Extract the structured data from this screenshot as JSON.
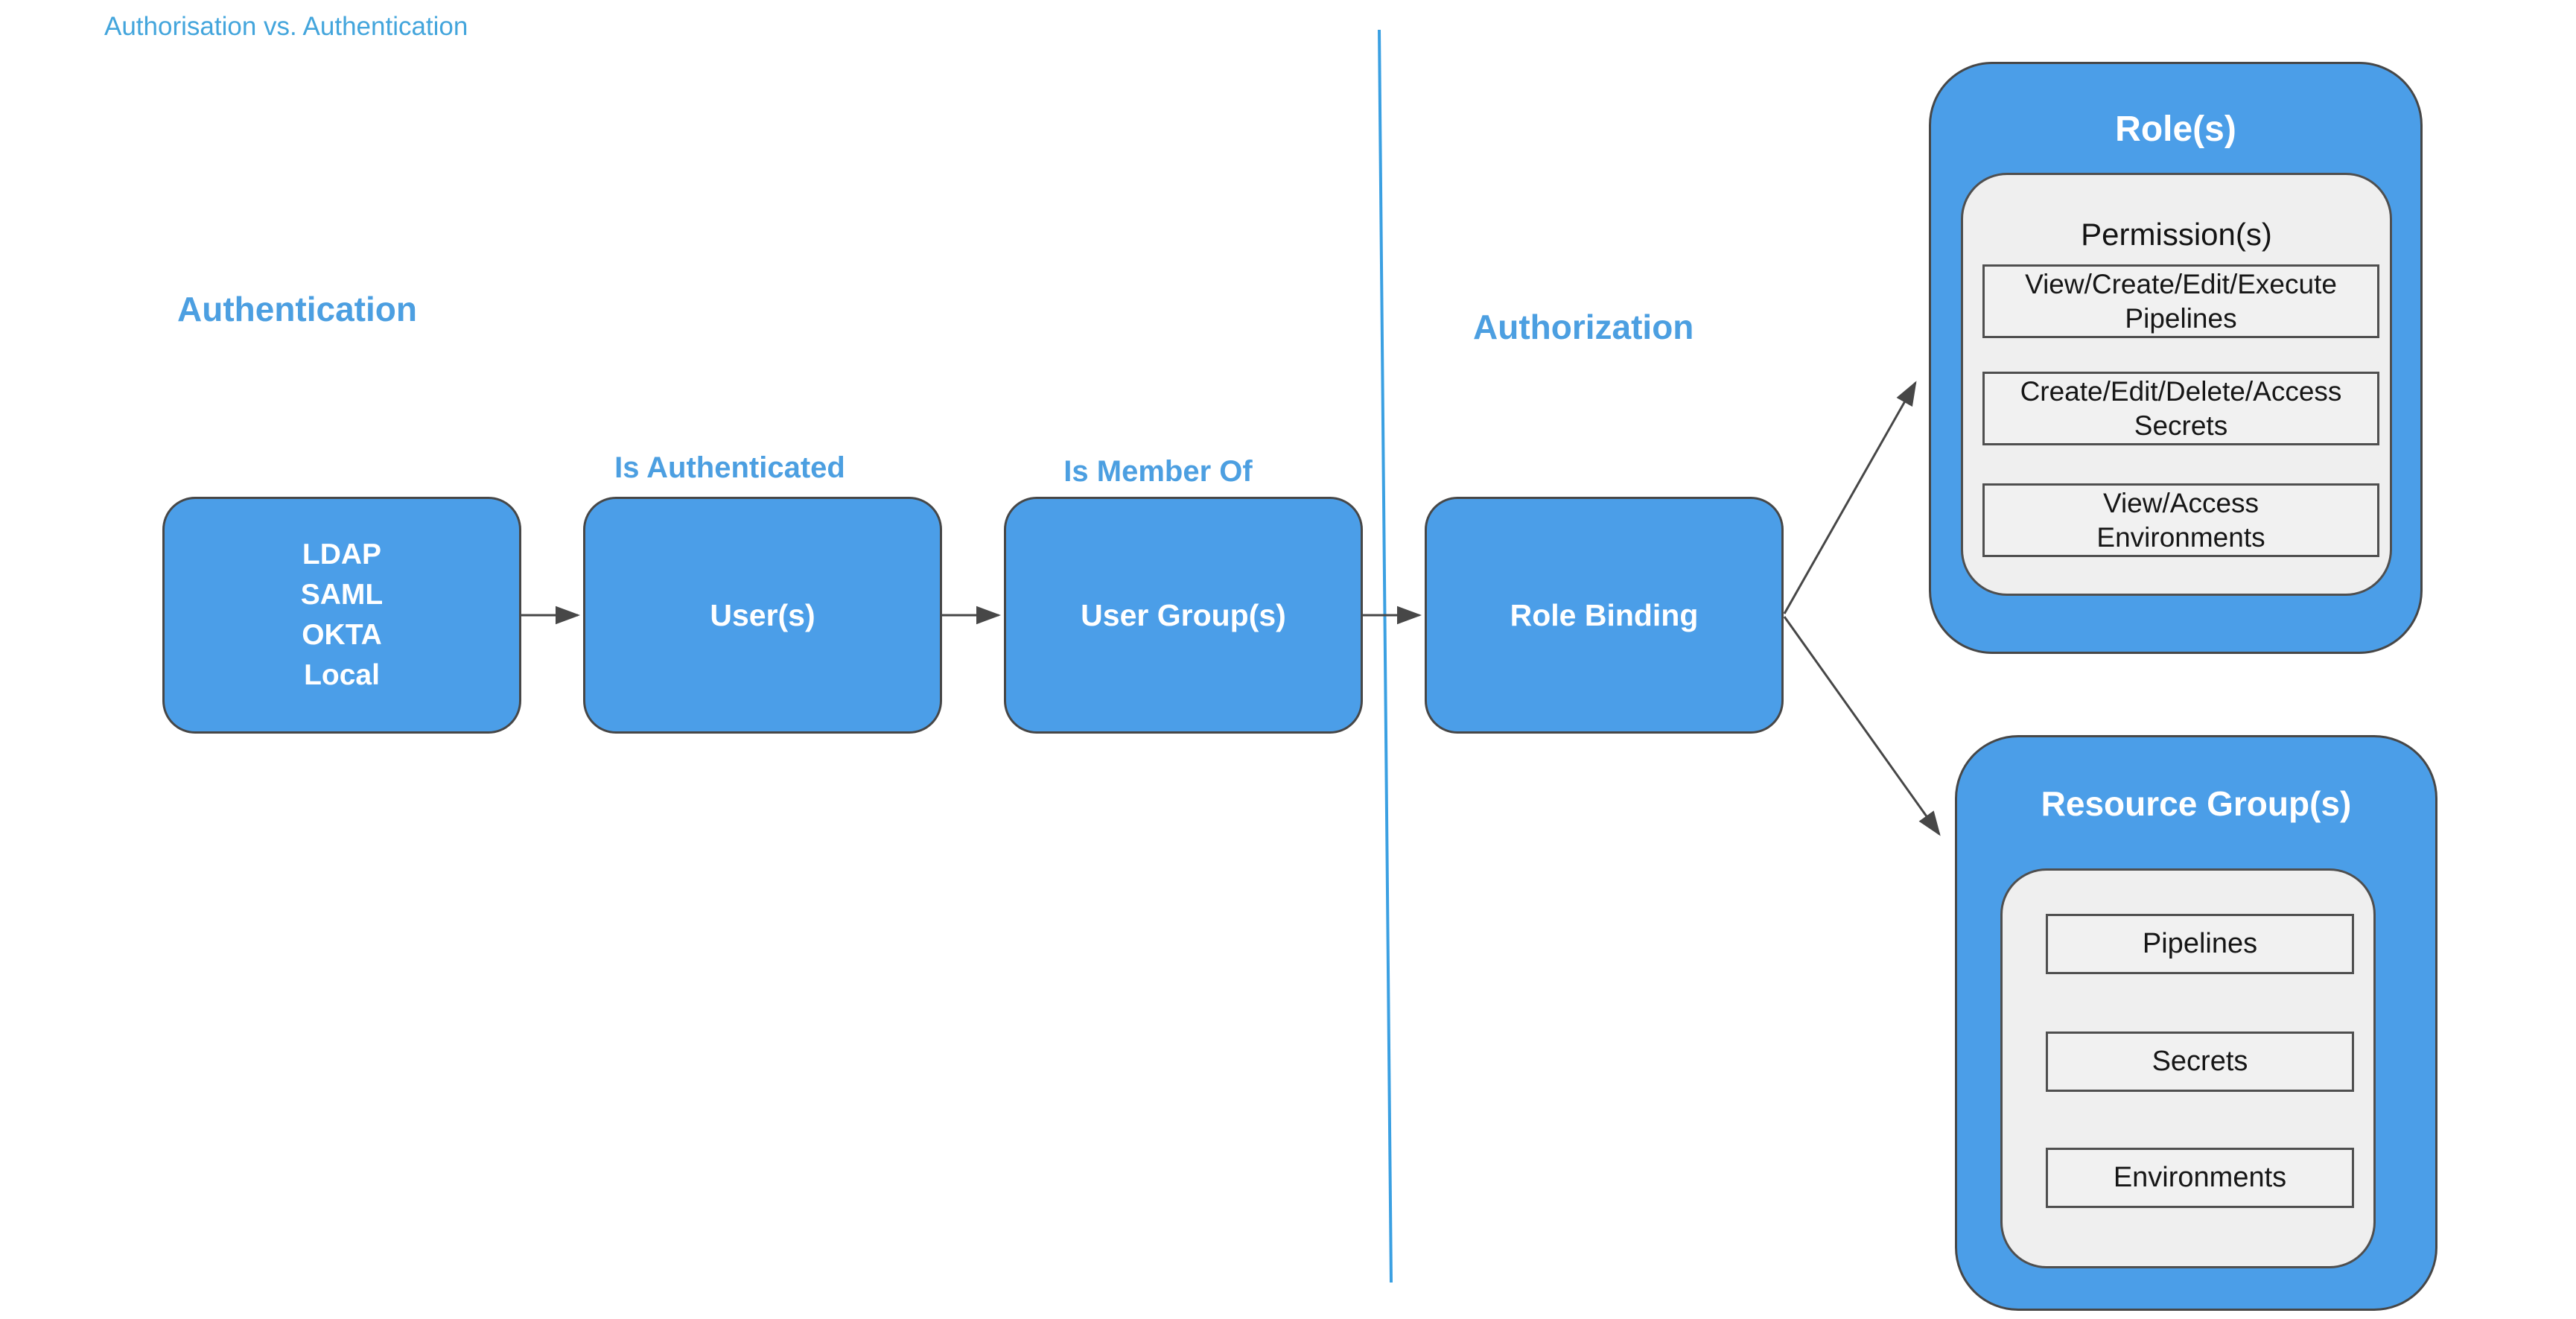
{
  "title": "Authorisation vs. Authentication",
  "sections": {
    "authentication_label": "Authentication",
    "authorization_label": "Authorization"
  },
  "flow": {
    "identity_providers_label": "LDAP\nSAML\nOKTA\nLocal",
    "users_label": "User(s)",
    "user_groups_label": "User Group(s)",
    "role_binding_label": "Role Binding",
    "edge_is_authenticated": "Is Authenticated",
    "edge_is_member_of": "Is Member Of"
  },
  "roles": {
    "title": "Role(s)",
    "subtitle": "Permission(s)",
    "permissions": [
      "View/Create/Edit/Execute\nPipelines",
      "Create/Edit/Delete/Access\nSecrets",
      "View/Access\nEnvironments"
    ]
  },
  "resource_groups": {
    "title": "Resource Group(s)",
    "resources": [
      "Pipelines",
      "Secrets",
      "Environments"
    ]
  },
  "colors": {
    "node_fill": "#4B9EE8",
    "heading_blue": "#4C9FE1",
    "title_blue": "#43A5DC",
    "divider_blue": "#3BA0E2",
    "inner_grey": "#EFEFEF",
    "stroke_dark": "#474747"
  }
}
